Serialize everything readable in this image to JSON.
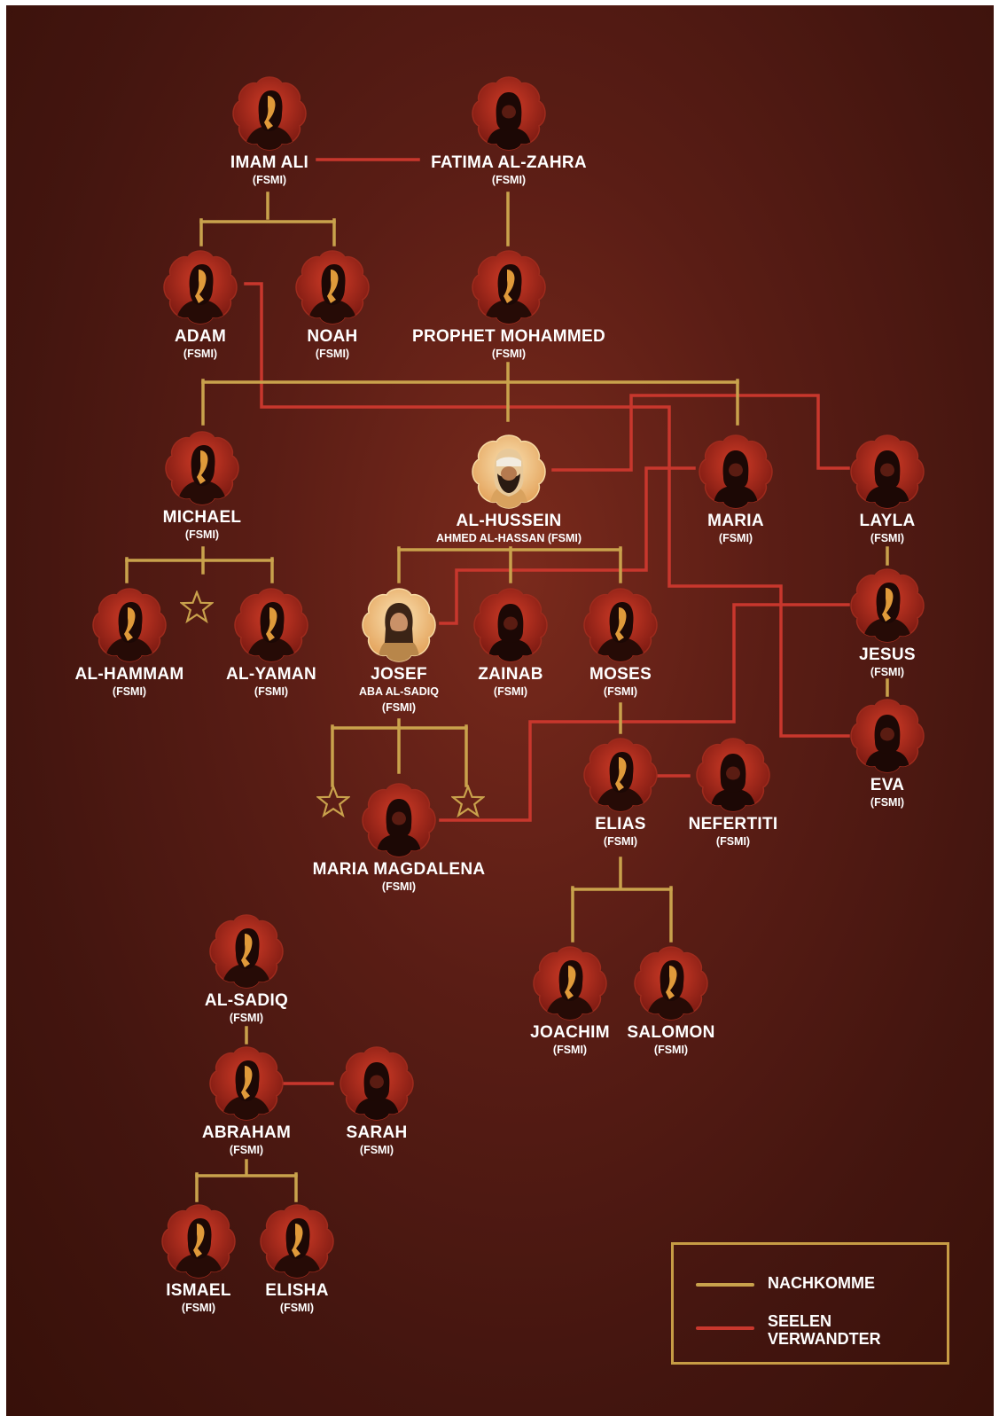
{
  "colors": {
    "gold": "#c9a24c",
    "red": "#c8372d",
    "background": "#4e1a12",
    "text": "#ffffff"
  },
  "nodes": [
    {
      "id": "imam_ali",
      "name": "IMAM ALI",
      "sub": [
        "(FSMI)"
      ],
      "icon": "male-silhouette-icon"
    },
    {
      "id": "fatima",
      "name": "FATIMA AL-ZAHRA",
      "sub": [
        "(FSMI)"
      ],
      "icon": "female-silhouette-icon"
    },
    {
      "id": "adam",
      "name": "ADAM",
      "sub": [
        "(FSMI)"
      ],
      "icon": "male-silhouette-icon"
    },
    {
      "id": "noah",
      "name": "NOAH",
      "sub": [
        "(FSMI)"
      ],
      "icon": "male-silhouette-icon"
    },
    {
      "id": "prophet",
      "name": "PROPHET MOHAMMED",
      "sub": [
        "(FSMI)"
      ],
      "icon": "male-silhouette-icon"
    },
    {
      "id": "michael",
      "name": "MICHAEL",
      "sub": [
        "(FSMI)"
      ],
      "icon": "male-silhouette-icon"
    },
    {
      "id": "hussein",
      "name": "AL-HUSSEIN",
      "sub": [
        "AHMED AL-HASSAN (FSMI)"
      ],
      "icon": "bearded-man-portrait-icon"
    },
    {
      "id": "maria",
      "name": "MARIA",
      "sub": [
        "(FSMI)"
      ],
      "icon": "female-silhouette-icon"
    },
    {
      "id": "layla",
      "name": "LAYLA",
      "sub": [
        "(FSMI)"
      ],
      "icon": "female-silhouette-icon"
    },
    {
      "id": "hammam",
      "name": "AL-HAMMAM",
      "sub": [
        "(FSMI)"
      ],
      "icon": "male-silhouette-icon"
    },
    {
      "id": "yaman",
      "name": "AL-YAMAN",
      "sub": [
        "(FSMI)"
      ],
      "icon": "male-silhouette-icon"
    },
    {
      "id": "josef",
      "name": "JOSEF",
      "sub": [
        "ABA AL-SADIQ",
        "(FSMI)"
      ],
      "icon": "long-haired-man-portrait-icon"
    },
    {
      "id": "zainab",
      "name": "ZAINAB",
      "sub": [
        "(FSMI)"
      ],
      "icon": "female-silhouette-icon"
    },
    {
      "id": "moses",
      "name": "MOSES",
      "sub": [
        "(FSMI)"
      ],
      "icon": "male-silhouette-icon"
    },
    {
      "id": "jesus",
      "name": "JESUS",
      "sub": [
        "(FSMI)"
      ],
      "icon": "male-silhouette-icon"
    },
    {
      "id": "eva",
      "name": "EVA",
      "sub": [
        "(FSMI)"
      ],
      "icon": "female-silhouette-icon"
    },
    {
      "id": "elias",
      "name": "ELIAS",
      "sub": [
        "(FSMI)"
      ],
      "icon": "male-silhouette-icon"
    },
    {
      "id": "nefertiti",
      "name": "NEFERTITI",
      "sub": [
        "(FSMI)"
      ],
      "icon": "female-silhouette-icon"
    },
    {
      "id": "magdalena",
      "name": "MARIA MAGDALENA",
      "sub": [
        "(FSMI)"
      ],
      "icon": "female-silhouette-icon"
    },
    {
      "id": "joachim",
      "name": "JOACHIM",
      "sub": [
        "(FSMI)"
      ],
      "icon": "male-silhouette-icon"
    },
    {
      "id": "salomon",
      "name": "SALOMON",
      "sub": [
        "(FSMI)"
      ],
      "icon": "male-silhouette-icon"
    },
    {
      "id": "sadiq",
      "name": "AL-SADIQ",
      "sub": [
        "(FSMI)"
      ],
      "icon": "male-silhouette-icon"
    },
    {
      "id": "abraham",
      "name": "ABRAHAM",
      "sub": [
        "(FSMI)"
      ],
      "icon": "male-silhouette-icon"
    },
    {
      "id": "sarah",
      "name": "SARAH",
      "sub": [
        "(FSMI)"
      ],
      "icon": "female-silhouette-icon"
    },
    {
      "id": "ismael",
      "name": "ISMAEL",
      "sub": [
        "(FSMI)"
      ],
      "icon": "male-silhouette-icon"
    },
    {
      "id": "elisha",
      "name": "ELISHA",
      "sub": [
        "(FSMI)"
      ],
      "icon": "male-silhouette-icon"
    }
  ],
  "stars": [
    "star-icon",
    "star-icon",
    "star-icon"
  ],
  "legend": {
    "descendant_label": "NACHKOMME",
    "soulmate_label_line1": "SEELEN",
    "soulmate_label_line2": "VERWANDTER"
  }
}
